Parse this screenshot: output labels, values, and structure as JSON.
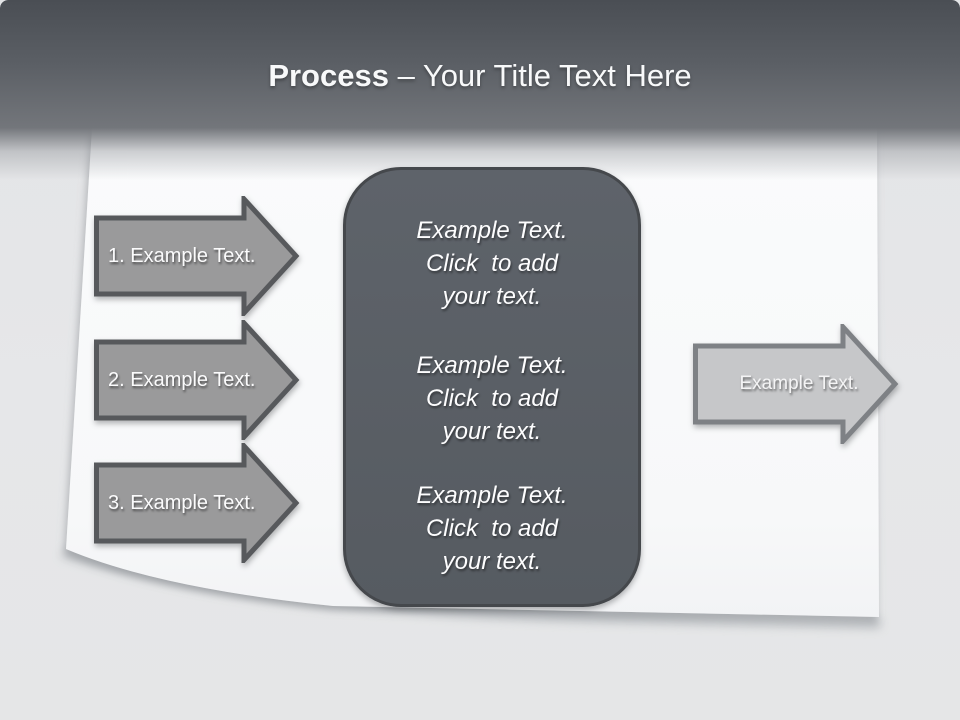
{
  "title": {
    "bold": "Process",
    "regular": " – Your Title Text Here"
  },
  "left_arrows": [
    {
      "label": "1. Example Text."
    },
    {
      "label": "2. Example Text."
    },
    {
      "label": "3. Example Text."
    }
  ],
  "right_arrow": {
    "label": "Example Text."
  },
  "center_panel": {
    "blocks": [
      {
        "lines": [
          "Example Text.",
          "Click  to add",
          "your text."
        ]
      },
      {
        "lines": [
          "Example Text.",
          "Click  to add",
          "your text."
        ]
      },
      {
        "lines": [
          "Example Text.",
          "Click  to add",
          "your text."
        ]
      }
    ]
  },
  "colors": {
    "header_top": "#4a4e54",
    "header_bottom": "#73767b",
    "panel_fill": "#5a5f65",
    "panel_border": "#45484c",
    "left_arrow_fill": "#9a9a9b",
    "left_arrow_border": "#57595c",
    "right_arrow_fill": "#c6c7c9",
    "right_arrow_border": "#7e8185",
    "paper": "#f8f9fa",
    "background": "#e6e7e9"
  }
}
